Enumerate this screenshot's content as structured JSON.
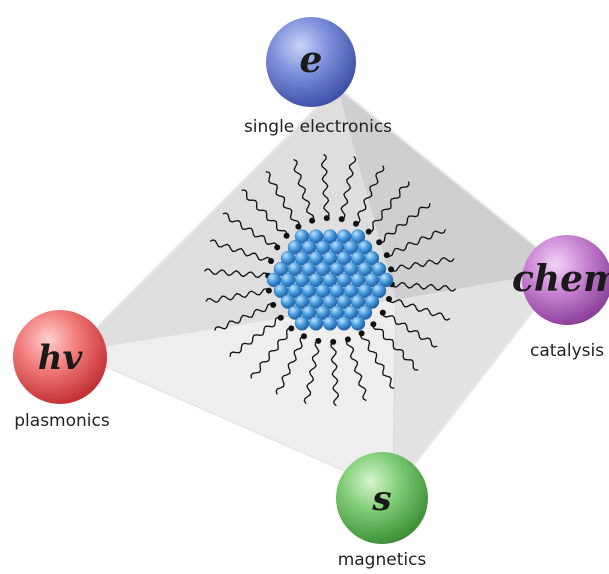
{
  "nodes": {
    "top": {
      "symbol": "e",
      "label": "single electronics",
      "color": "#5a6fc9"
    },
    "right": {
      "symbol": "chem",
      "label": "catalysis",
      "color": "#b05ac0"
    },
    "left": {
      "symbol": "hv",
      "label": "plasmonics",
      "color": "#e0474a"
    },
    "bottom": {
      "symbol": "s",
      "label": "magnetics",
      "color": "#4fb04a"
    }
  },
  "core": {
    "color": "#4a9ee0",
    "ligand_color": "#111111"
  }
}
